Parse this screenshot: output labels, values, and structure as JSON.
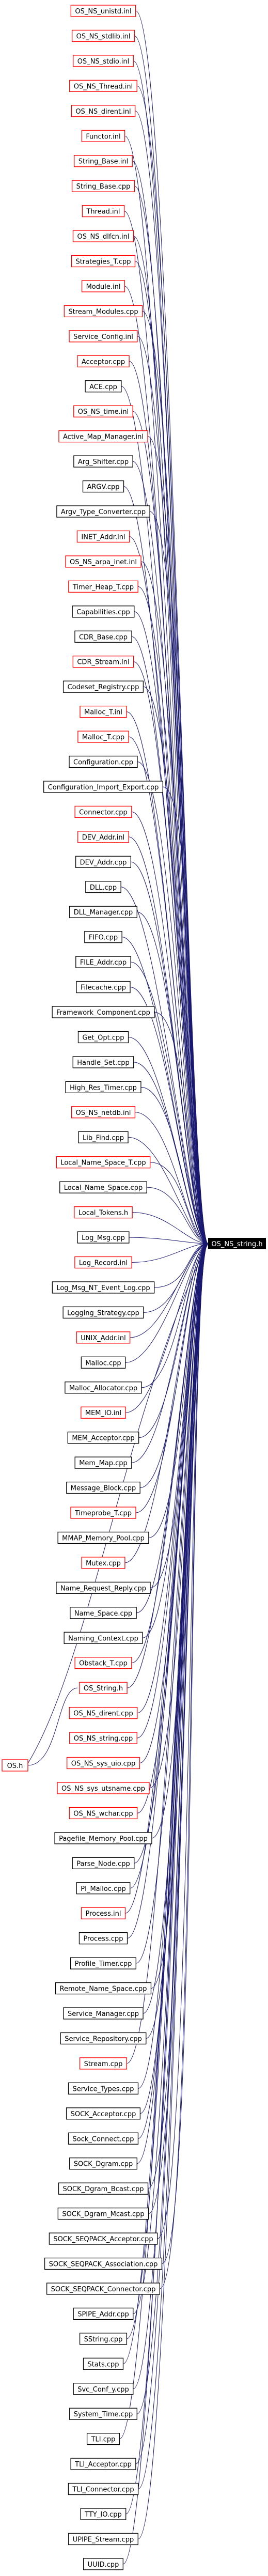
{
  "target": {
    "label": "OS_NS_string.h"
  },
  "colors": {
    "edge": "#191970",
    "red_border": "#ff0000",
    "black_border": "#000000",
    "target_fill": "#000000",
    "node_fill": "#ffffff"
  },
  "nodes": [
    {
      "label": "OS_NS_unistd.inl",
      "border": "red"
    },
    {
      "label": "OS_NS_stdlib.inl",
      "border": "red"
    },
    {
      "label": "OS_NS_stdio.inl",
      "border": "red"
    },
    {
      "label": "OS_NS_Thread.inl",
      "border": "red"
    },
    {
      "label": "OS_NS_dirent.inl",
      "border": "red"
    },
    {
      "label": "Functor.inl",
      "border": "red"
    },
    {
      "label": "String_Base.inl",
      "border": "red"
    },
    {
      "label": "String_Base.cpp",
      "border": "red"
    },
    {
      "label": "Thread.inl",
      "border": "red"
    },
    {
      "label": "OS_NS_dlfcn.inl",
      "border": "red"
    },
    {
      "label": "Strategies_T.cpp",
      "border": "red"
    },
    {
      "label": "Module.inl",
      "border": "red"
    },
    {
      "label": "Stream_Modules.cpp",
      "border": "red"
    },
    {
      "label": "Service_Config.inl",
      "border": "red"
    },
    {
      "label": "Acceptor.cpp",
      "border": "red"
    },
    {
      "label": "ACE.cpp",
      "border": "black"
    },
    {
      "label": "OS_NS_time.inl",
      "border": "red"
    },
    {
      "label": "Active_Map_Manager.inl",
      "border": "red"
    },
    {
      "label": "Arg_Shifter.cpp",
      "border": "black"
    },
    {
      "label": "ARGV.cpp",
      "border": "black"
    },
    {
      "label": "Argv_Type_Converter.cpp",
      "border": "black"
    },
    {
      "label": "INET_Addr.inl",
      "border": "red"
    },
    {
      "label": "OS_NS_arpa_inet.inl",
      "border": "red"
    },
    {
      "label": "Timer_Heap_T.cpp",
      "border": "red"
    },
    {
      "label": "Capabilities.cpp",
      "border": "black"
    },
    {
      "label": "CDR_Base.cpp",
      "border": "black"
    },
    {
      "label": "CDR_Stream.inl",
      "border": "red"
    },
    {
      "label": "Codeset_Registry.cpp",
      "border": "black"
    },
    {
      "label": "Malloc_T.inl",
      "border": "red"
    },
    {
      "label": "Malloc_T.cpp",
      "border": "red"
    },
    {
      "label": "Configuration.cpp",
      "border": "black"
    },
    {
      "label": "Configuration_Import_Export.cpp",
      "border": "black"
    },
    {
      "label": "Connector.cpp",
      "border": "red"
    },
    {
      "label": "DEV_Addr.inl",
      "border": "red"
    },
    {
      "label": "DEV_Addr.cpp",
      "border": "black"
    },
    {
      "label": "DLL.cpp",
      "border": "black"
    },
    {
      "label": "DLL_Manager.cpp",
      "border": "black"
    },
    {
      "label": "FIFO.cpp",
      "border": "black"
    },
    {
      "label": "FILE_Addr.cpp",
      "border": "black"
    },
    {
      "label": "Filecache.cpp",
      "border": "black"
    },
    {
      "label": "Framework_Component.cpp",
      "border": "black"
    },
    {
      "label": "Get_Opt.cpp",
      "border": "black"
    },
    {
      "label": "Handle_Set.cpp",
      "border": "black"
    },
    {
      "label": "High_Res_Timer.cpp",
      "border": "black"
    },
    {
      "label": "OS_NS_netdb.inl",
      "border": "red"
    },
    {
      "label": "Lib_Find.cpp",
      "border": "black"
    },
    {
      "label": "Local_Name_Space_T.cpp",
      "border": "red"
    },
    {
      "label": "Local_Name_Space.cpp",
      "border": "black"
    },
    {
      "label": "Local_Tokens.h",
      "border": "red"
    },
    {
      "label": "Log_Msg.cpp",
      "border": "black"
    },
    {
      "label": "Log_Record.inl",
      "border": "red"
    },
    {
      "label": "Log_Msg_NT_Event_Log.cpp",
      "border": "black"
    },
    {
      "label": "Logging_Strategy.cpp",
      "border": "black"
    },
    {
      "label": "UNIX_Addr.inl",
      "border": "red"
    },
    {
      "label": "Malloc.cpp",
      "border": "black"
    },
    {
      "label": "Malloc_Allocator.cpp",
      "border": "black"
    },
    {
      "label": "MEM_IO.inl",
      "border": "red"
    },
    {
      "label": "MEM_Acceptor.cpp",
      "border": "black"
    },
    {
      "label": "Mem_Map.cpp",
      "border": "black"
    },
    {
      "label": "Message_Block.cpp",
      "border": "black"
    },
    {
      "label": "Timeprobe_T.cpp",
      "border": "red"
    },
    {
      "label": "MMAP_Memory_Pool.cpp",
      "border": "black"
    },
    {
      "label": "Mutex.cpp",
      "border": "red"
    },
    {
      "label": "Name_Request_Reply.cpp",
      "border": "black"
    },
    {
      "label": "Name_Space.cpp",
      "border": "black"
    },
    {
      "label": "Naming_Context.cpp",
      "border": "black"
    },
    {
      "label": "Obstack_T.cpp",
      "border": "red"
    },
    {
      "label": "OS_String.h",
      "border": "red"
    },
    {
      "label": "OS_NS_dirent.cpp",
      "border": "red"
    },
    {
      "label": "OS_NS_string.cpp",
      "border": "red"
    },
    {
      "label": "OS_NS_sys_uio.cpp",
      "border": "red"
    },
    {
      "label": "OS_NS_sys_utsname.cpp",
      "border": "red"
    },
    {
      "label": "OS_NS_wchar.cpp",
      "border": "red"
    },
    {
      "label": "Pagefile_Memory_Pool.cpp",
      "border": "black"
    },
    {
      "label": "Parse_Node.cpp",
      "border": "black"
    },
    {
      "label": "PI_Malloc.cpp",
      "border": "black"
    },
    {
      "label": "Process.inl",
      "border": "red"
    },
    {
      "label": "Process.cpp",
      "border": "black"
    },
    {
      "label": "Profile_Timer.cpp",
      "border": "black"
    },
    {
      "label": "Remote_Name_Space.cpp",
      "border": "black"
    },
    {
      "label": "Service_Manager.cpp",
      "border": "black"
    },
    {
      "label": "Service_Repository.cpp",
      "border": "black"
    },
    {
      "label": "Stream.cpp",
      "border": "red"
    },
    {
      "label": "Service_Types.cpp",
      "border": "black"
    },
    {
      "label": "SOCK_Acceptor.cpp",
      "border": "black"
    },
    {
      "label": "Sock_Connect.cpp",
      "border": "black"
    },
    {
      "label": "SOCK_Dgram.cpp",
      "border": "black"
    },
    {
      "label": "SOCK_Dgram_Bcast.cpp",
      "border": "black"
    },
    {
      "label": "SOCK_Dgram_Mcast.cpp",
      "border": "black"
    },
    {
      "label": "SOCK_SEQPACK_Acceptor.cpp",
      "border": "black"
    },
    {
      "label": "SOCK_SEQPACK_Association.cpp",
      "border": "black"
    },
    {
      "label": "SOCK_SEQPACK_Connector.cpp",
      "border": "black"
    },
    {
      "label": "SPIPE_Addr.cpp",
      "border": "black"
    },
    {
      "label": "SString.cpp",
      "border": "black"
    },
    {
      "label": "Stats.cpp",
      "border": "black"
    },
    {
      "label": "Svc_Conf_y.cpp",
      "border": "black"
    },
    {
      "label": "System_Time.cpp",
      "border": "black"
    },
    {
      "label": "TLI.cpp",
      "border": "black"
    },
    {
      "label": "TLI_Acceptor.cpp",
      "border": "black"
    },
    {
      "label": "TLI_Connector.cpp",
      "border": "black"
    },
    {
      "label": "TTY_IO.cpp",
      "border": "black"
    },
    {
      "label": "UPIPE_Stream.cpp",
      "border": "black"
    },
    {
      "label": "UUID.cpp",
      "border": "black"
    }
  ],
  "os_h": {
    "label": "OS.h",
    "border": "red"
  }
}
